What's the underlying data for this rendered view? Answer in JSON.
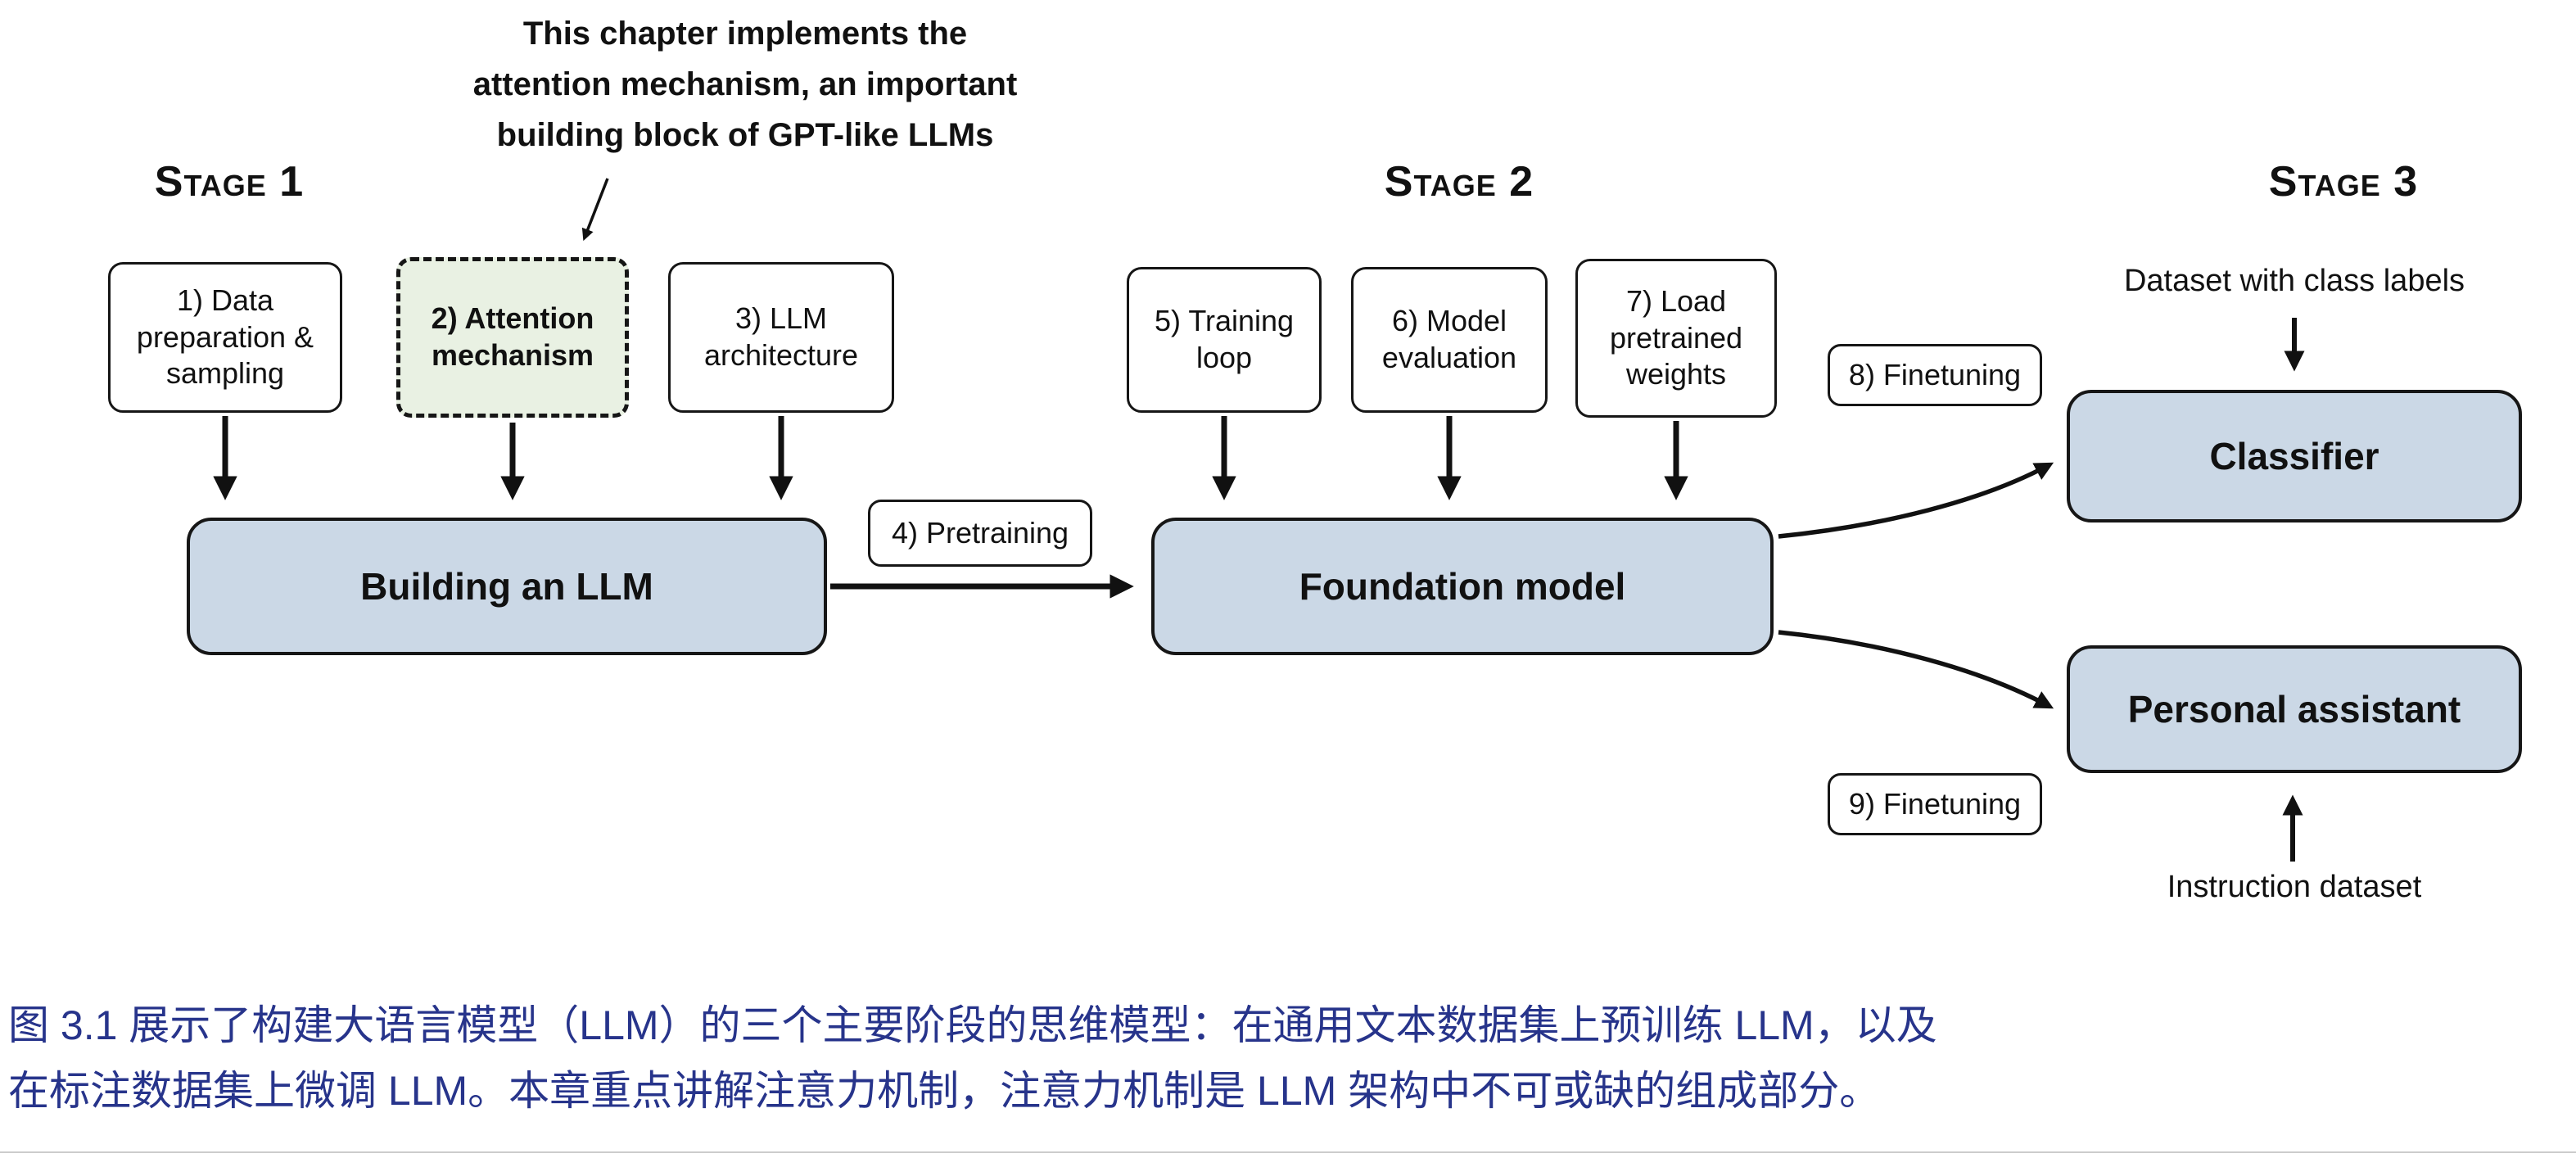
{
  "colors": {
    "big_box_fill": "#cbd8e6",
    "attention_box_fill": "#e9f1e3",
    "box_border": "#161616",
    "caption_text": "#27348b",
    "arrow": "#111111"
  },
  "annotation": {
    "line1": "This chapter implements the",
    "line2": "attention mechanism, an important",
    "line3": "building block of GPT-like LLMs"
  },
  "stage_headings": {
    "stage1": "Stage 1",
    "stage2": "Stage 2",
    "stage3": "Stage 3"
  },
  "step_boxes": {
    "step1": "1) Data preparation & sampling",
    "step2": "2) Attention mechanism",
    "step3": "3) LLM architecture",
    "step5": "5) Training loop",
    "step6": "6) Model evaluation",
    "step7": "7) Load pretrained weights"
  },
  "flow_labels": {
    "pretraining": "4) Pretraining",
    "finetuning_classifier": "8) Finetuning",
    "finetuning_assistant": "9) Finetuning"
  },
  "main_boxes": {
    "building_llm": "Building an LLM",
    "foundation_model": "Foundation model",
    "classifier": "Classifier",
    "personal_assistant": "Personal assistant"
  },
  "io_labels": {
    "class_dataset": "Dataset with class labels",
    "instruction_dataset": "Instruction dataset"
  },
  "caption": {
    "line1": "图 3.1 展示了构建大语言模型（LLM）的三个主要阶段的思维模型：在通用文本数据集上预训练 LLM，以及",
    "line2": "在标注数据集上微调 LLM。本章重点讲解注意力机制，注意力机制是 LLM 架构中不可或缺的组成部分。"
  }
}
